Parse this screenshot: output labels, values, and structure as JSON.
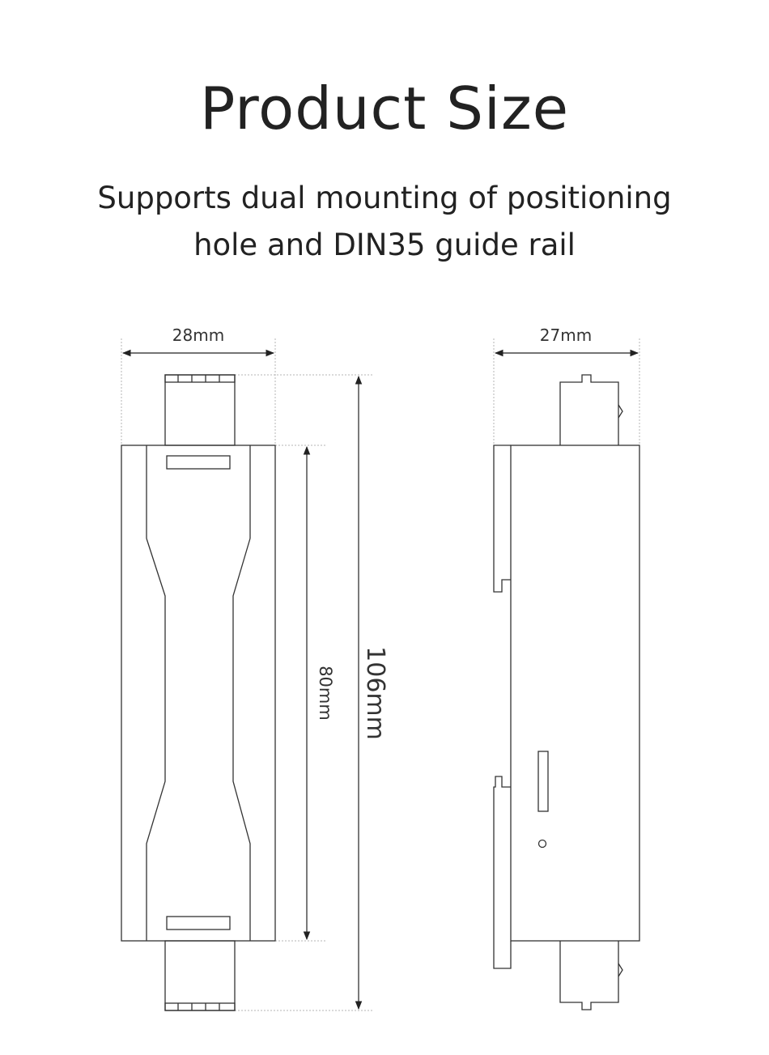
{
  "header": {
    "title": "Product Size",
    "subtitle_line1": "Supports dual mounting of positioning",
    "subtitle_line2": "hole and DIN35 guide rail"
  },
  "front_view": {
    "width_label": "28mm",
    "body_height_label": "80mm",
    "total_height_label": "106mm"
  },
  "side_view": {
    "depth_label": "27mm"
  },
  "colors": {
    "line": "#333333",
    "dimension": "#222222",
    "extension": "#b5b5b5"
  }
}
